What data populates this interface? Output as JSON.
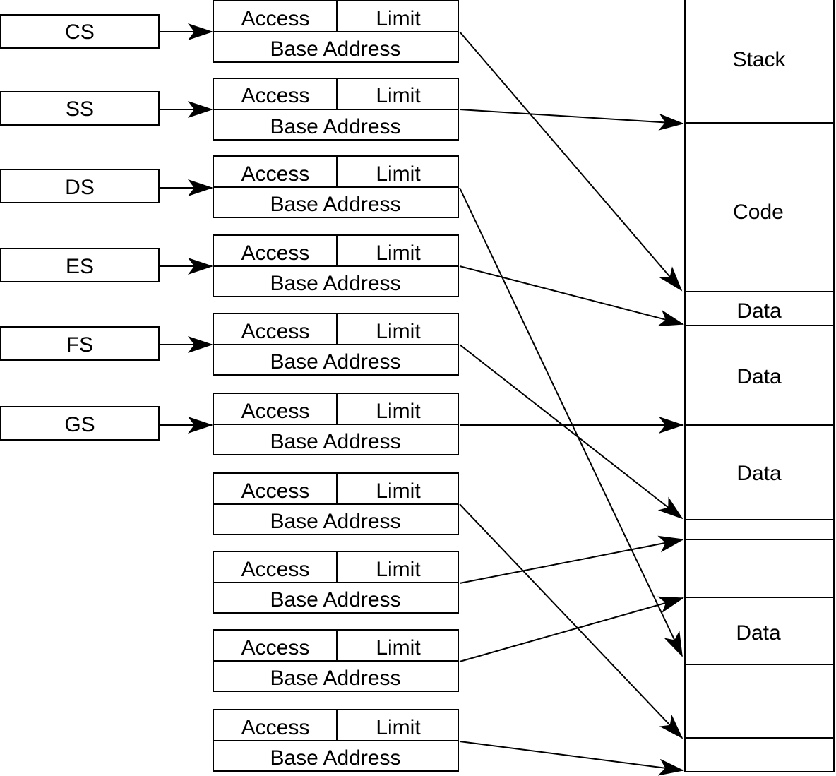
{
  "registers": [
    "CS",
    "SS",
    "DS",
    "ES",
    "FS",
    "GS"
  ],
  "descriptor": {
    "access_label": "Access",
    "limit_label": "Limit",
    "base_label": "Base Address"
  },
  "memory_segments": [
    "Stack",
    "Code",
    "Data",
    "Data",
    "Data",
    "",
    "",
    "Data",
    "",
    ""
  ],
  "colors": {
    "ink": "#000000",
    "background": "#ffffff"
  }
}
